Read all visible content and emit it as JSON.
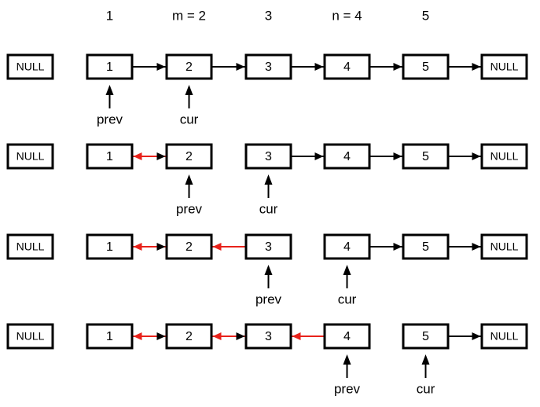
{
  "header": {
    "columns": [
      "1",
      "m = 2",
      "3",
      "n = 4",
      "5"
    ]
  },
  "rows": [
    {
      "null_left": "NULL",
      "nodes": [
        "1",
        "2",
        "3",
        "4",
        "5"
      ],
      "null_right": "NULL",
      "pointers": [
        {
          "label": "prev",
          "node": 0
        },
        {
          "label": "cur",
          "node": 1
        }
      ],
      "links": [
        {
          "from": 0,
          "to": 1,
          "dir": "forward",
          "color": "black"
        },
        {
          "from": 1,
          "to": 2,
          "dir": "forward",
          "color": "black"
        },
        {
          "from": 2,
          "to": 3,
          "dir": "forward",
          "color": "black"
        },
        {
          "from": 3,
          "to": 4,
          "dir": "forward",
          "color": "black"
        },
        {
          "from": 4,
          "to": 5,
          "dir": "forward",
          "color": "black"
        }
      ]
    },
    {
      "null_left": "NULL",
      "nodes": [
        "1",
        "2",
        "3",
        "4",
        "5"
      ],
      "null_right": "NULL",
      "pointers": [
        {
          "label": "prev",
          "node": 1
        },
        {
          "label": "cur",
          "node": 2
        }
      ],
      "links": [
        {
          "from": 0,
          "to": 1,
          "dir": "both",
          "color": "red"
        },
        {
          "from": 2,
          "to": 3,
          "dir": "forward",
          "color": "black"
        },
        {
          "from": 3,
          "to": 4,
          "dir": "forward",
          "color": "black"
        },
        {
          "from": 4,
          "to": 5,
          "dir": "forward",
          "color": "black"
        }
      ]
    },
    {
      "null_left": "NULL",
      "nodes": [
        "1",
        "2",
        "3",
        "4",
        "5"
      ],
      "null_right": "NULL",
      "pointers": [
        {
          "label": "prev",
          "node": 2
        },
        {
          "label": "cur",
          "node": 3
        }
      ],
      "links": [
        {
          "from": 0,
          "to": 1,
          "dir": "both",
          "color": "red"
        },
        {
          "from": 1,
          "to": 2,
          "dir": "backward",
          "color": "red"
        },
        {
          "from": 3,
          "to": 4,
          "dir": "forward",
          "color": "black"
        },
        {
          "from": 4,
          "to": 5,
          "dir": "forward",
          "color": "black"
        }
      ]
    },
    {
      "null_left": "NULL",
      "nodes": [
        "1",
        "2",
        "3",
        "4",
        "5"
      ],
      "null_right": "NULL",
      "pointers": [
        {
          "label": "prev",
          "node": 3
        },
        {
          "label": "cur",
          "node": 4
        }
      ],
      "links": [
        {
          "from": 0,
          "to": 1,
          "dir": "both",
          "color": "red"
        },
        {
          "from": 1,
          "to": 2,
          "dir": "both",
          "color": "red"
        },
        {
          "from": 2,
          "to": 3,
          "dir": "backward",
          "color": "red"
        },
        {
          "from": 4,
          "to": 5,
          "dir": "forward",
          "color": "black"
        }
      ]
    }
  ],
  "colors": {
    "red": "#e8221b",
    "black": "#000000"
  }
}
